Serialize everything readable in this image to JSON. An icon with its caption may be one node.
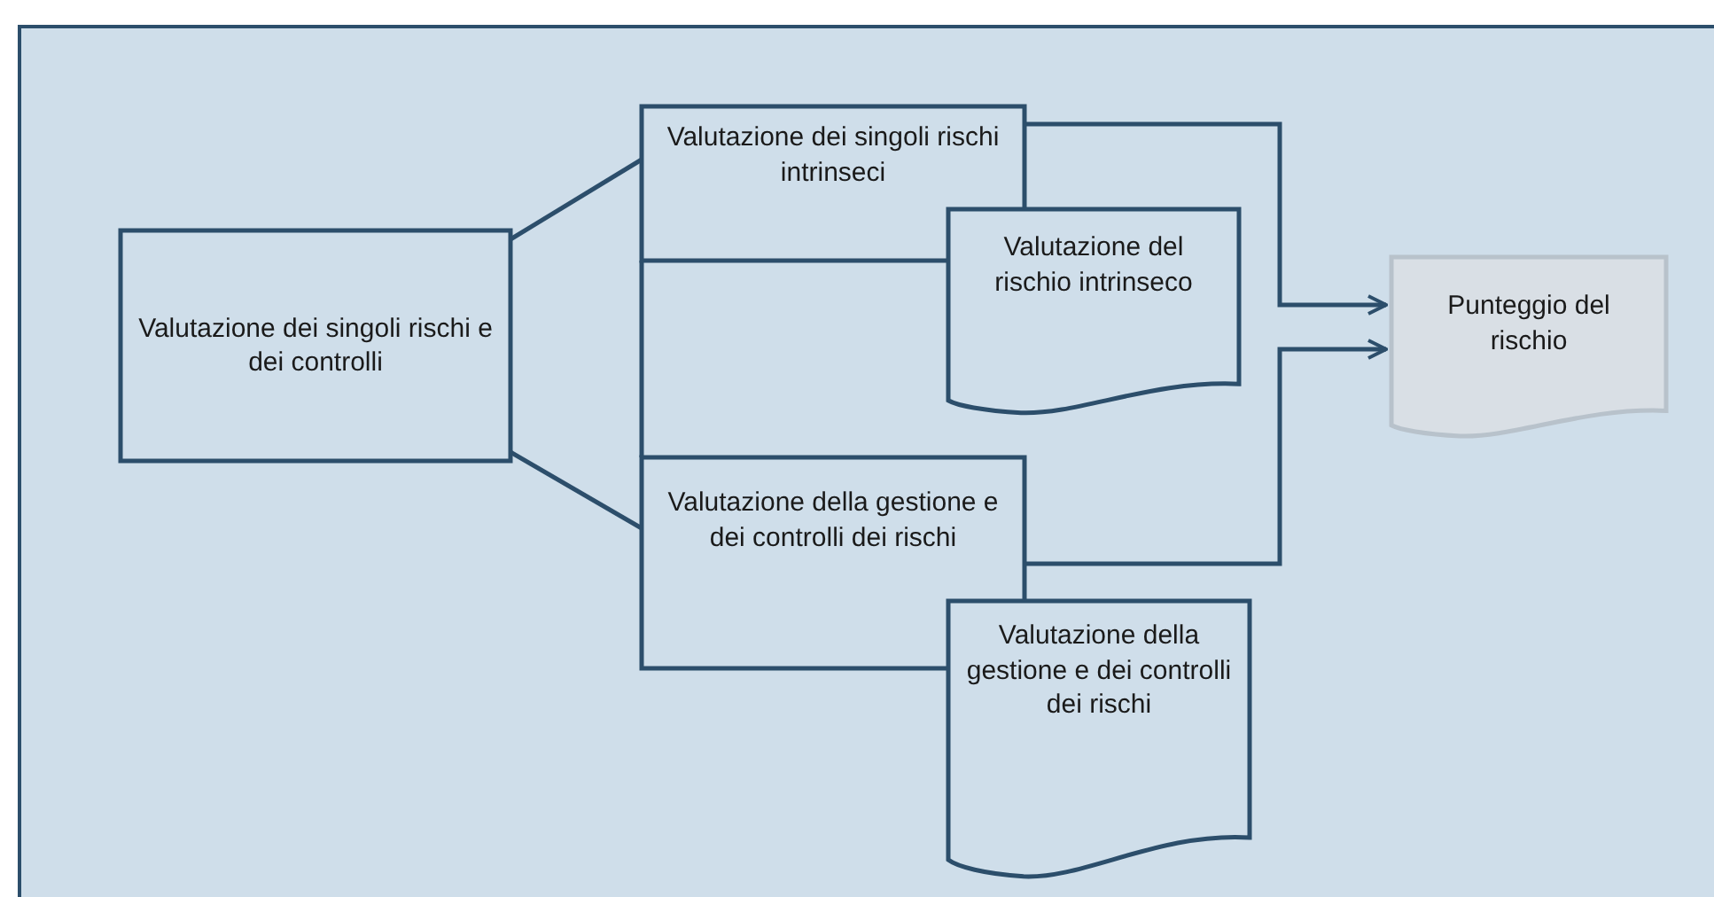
{
  "diagram": {
    "nodes": [
      {
        "text": [
          "Valutazione dei singoli rischi e dei controlli"
        ]
      },
      {
        "text": [
          "Valutazione dei singoli rischi intrinseci"
        ]
      },
      {
        "text": [
          "Valutazione del rischio intrinseco"
        ]
      },
      {
        "text": [
          "Valutazione della gestione e dei controlli dei rischi"
        ]
      },
      {
        "text": [
          "Valutazione della gestione e dei controlli dei rischi"
        ]
      },
      {
        "text": [
          "Punteggio del rischio"
        ]
      }
    ],
    "edges": [
      {
        "from": 0,
        "to": 1,
        "arrow": "none"
      },
      {
        "from": 0,
        "to": 3,
        "arrow": "none"
      },
      {
        "from": 1,
        "to": 3,
        "arrow": "none"
      },
      {
        "from": 1,
        "to": 5,
        "arrow": "to"
      },
      {
        "from": 3,
        "to": 5,
        "arrow": "to"
      }
    ]
  }
}
